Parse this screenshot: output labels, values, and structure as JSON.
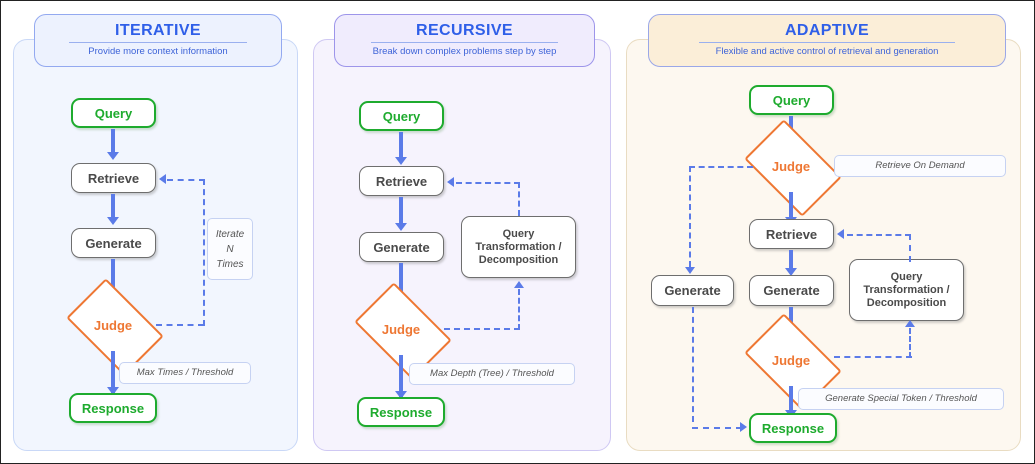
{
  "panels": [
    {
      "id": "iterative",
      "title": "ITERATIVE",
      "subtitle": "Provide more context information",
      "accent": "#2f5fe8",
      "background": "#f2f6fe",
      "header_background": "#edf2fe",
      "nodes": {
        "query": "Query",
        "retrieve": "Retrieve",
        "generate": "Generate",
        "judge": "Judge",
        "response": "Response"
      },
      "labels": {
        "loop": "Iterate\nN\nTimes",
        "loop_l1": "Iterate",
        "loop_l2": "N",
        "loop_l3": "Times",
        "exit": "Max Times / Threshold"
      }
    },
    {
      "id": "recursive",
      "title": "RECURSIVE",
      "subtitle": "Break down complex problems step by step",
      "accent": "#2f5fe8",
      "background": "#f6f3fd",
      "header_background": "#f0ecfd",
      "nodes": {
        "query": "Query",
        "retrieve": "Retrieve",
        "generate": "Generate",
        "judge": "Judge",
        "response": "Response",
        "transform_l1": "Query",
        "transform_l2": "Transformation /",
        "transform_l3": "Decomposition"
      },
      "labels": {
        "exit": "Max Depth (Tree) / Threshold"
      }
    },
    {
      "id": "adaptive",
      "title": "ADAPTIVE",
      "subtitle": "Flexible and  active control of retrieval and generation",
      "accent": "#2f5fe8",
      "background": "#fdf8f0",
      "header_background": "#fbeed8",
      "nodes": {
        "query": "Query",
        "judge_top": "Judge",
        "retrieve": "Retrieve",
        "generate_left": "Generate",
        "generate_mid": "Generate",
        "judge_bottom": "Judge",
        "response": "Response",
        "transform_l1": "Query",
        "transform_l2": "Transformation /",
        "transform_l3": "Decomposition"
      },
      "labels": {
        "on_demand": "Retrieve On  Demand",
        "exit": "Generate Special Token / Threshold"
      }
    }
  ],
  "colors": {
    "arrow": "#5b7be8",
    "node_border": "#6e6e6e",
    "start_end": "#1eab2e",
    "judge": "#ee7733",
    "title": "#2f5fe8"
  }
}
